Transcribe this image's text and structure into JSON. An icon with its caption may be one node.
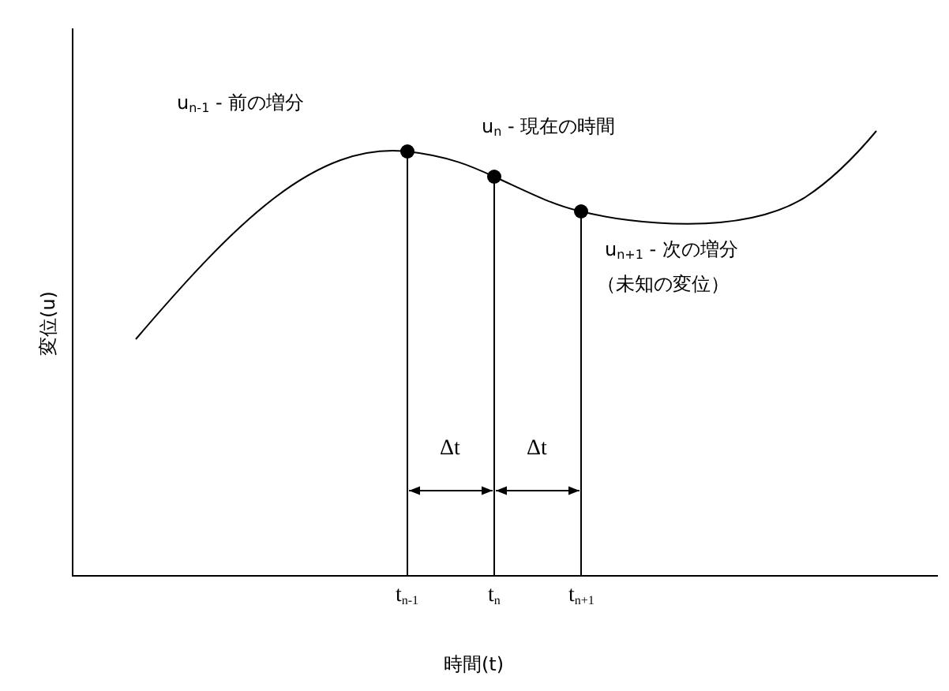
{
  "diagram": {
    "labels": [
      "u$_{n-1}$ - 前の増分",
      "u$_{n}$ - 現在の時間",
      "u$_{n+1}$ - 次の増分",
      "（未知の変位）",
      "変位(u)",
      "Δt",
      "Δt",
      "t$_{n-1}$",
      "t$_{n}$",
      "t$_{n+1}$",
      "時間(t)"
    ]
  }
}
